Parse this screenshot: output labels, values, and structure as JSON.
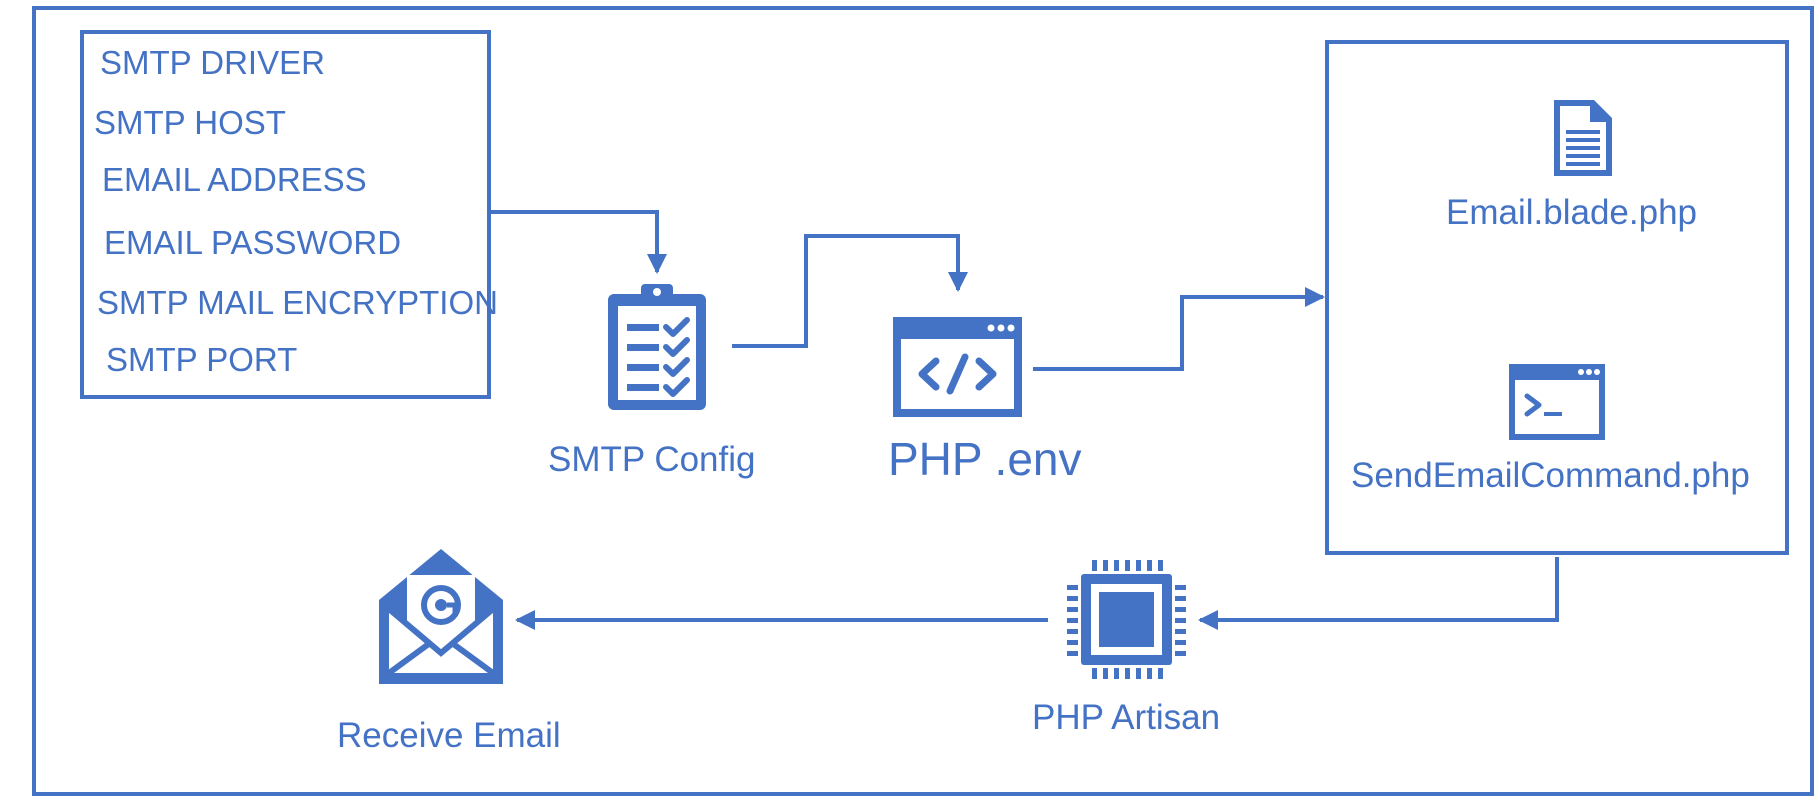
{
  "colors": {
    "accent": "#4472C4",
    "background": "#FFFFFF"
  },
  "config_list": {
    "items": [
      "SMTP DRIVER",
      "SMTP HOST",
      "EMAIL ADDRESS",
      "EMAIL PASSWORD",
      "SMTP MAIL ENCRYPTION",
      "SMTP PORT"
    ]
  },
  "nodes": {
    "smtp_config": {
      "label": "SMTP Config",
      "icon": "clipboard-checklist-icon"
    },
    "php_env": {
      "label": "PHP .env",
      "icon": "code-window-icon"
    },
    "email_blade": {
      "label": "Email.blade.php",
      "icon": "document-icon"
    },
    "send_email_command": {
      "label": "SendEmailCommand.php",
      "icon": "terminal-window-icon"
    },
    "php_artisan": {
      "label": "PHP Artisan",
      "icon": "processor-chip-icon"
    },
    "receive_email": {
      "label": "Receive Email",
      "icon": "open-envelope-at-icon"
    }
  }
}
